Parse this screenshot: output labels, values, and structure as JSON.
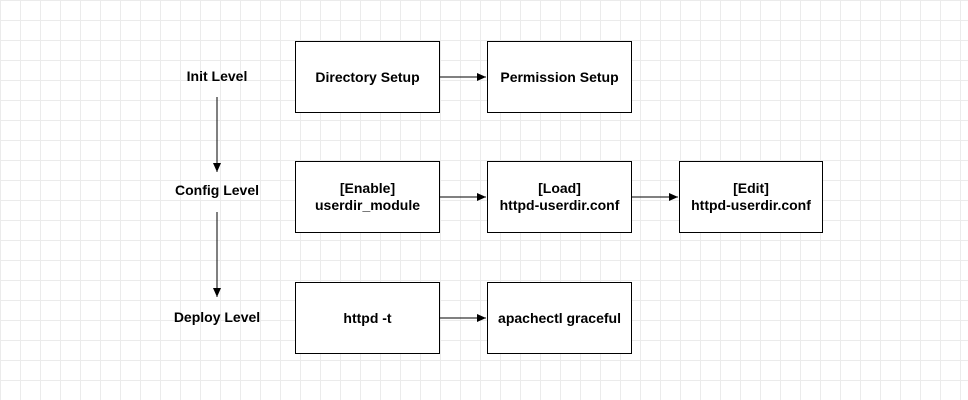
{
  "levels": {
    "init": "Init Level",
    "config": "Config Level",
    "deploy": "Deploy Level"
  },
  "nodes": {
    "directory_setup": "Directory Setup",
    "permission_setup": "Permission Setup",
    "enable_tag": "[Enable]",
    "enable_target": "userdir_module",
    "load_tag": "[Load]",
    "load_target": "httpd-userdir.conf",
    "edit_tag": "[Edit]",
    "edit_target": "httpd-userdir.conf",
    "httpd_test": "httpd -t",
    "apachectl_graceful": "apachectl graceful"
  },
  "colors": {
    "stroke": "#000000",
    "grid": "#ebebeb",
    "background": "#ffffff"
  }
}
